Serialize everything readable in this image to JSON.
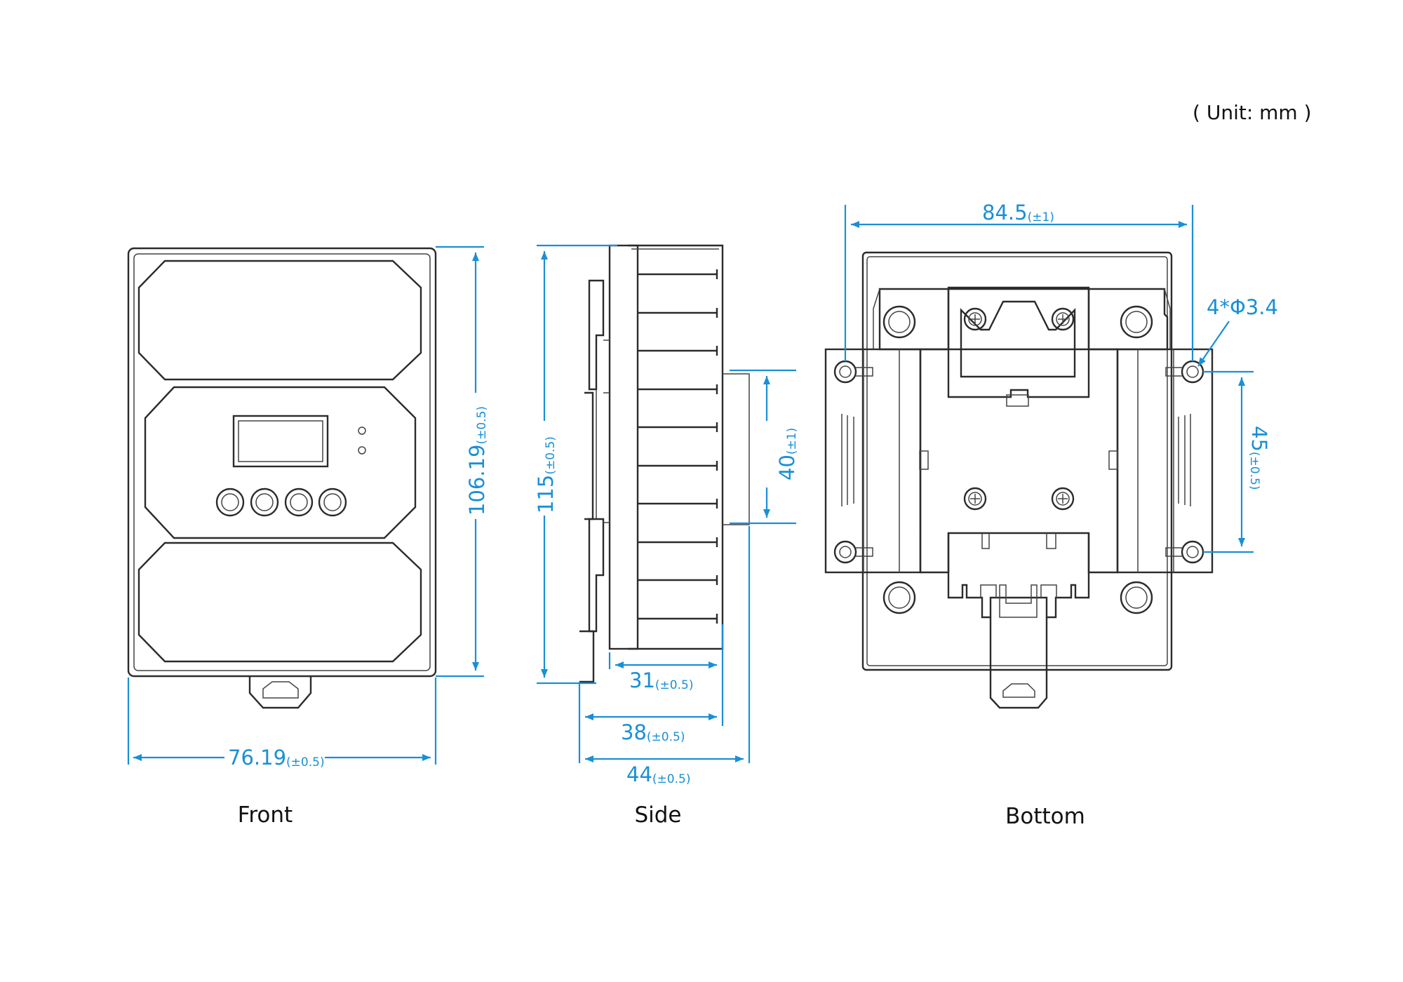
{
  "unit_label": "( Unit: mm )",
  "views": {
    "front": "Front",
    "side": "Side",
    "bottom": "Bottom"
  },
  "dimensions": {
    "front_width": {
      "value": "76.19",
      "tolerance": "(±0.5)"
    },
    "front_height": {
      "value": "106.19",
      "tolerance": "(±0.5)"
    },
    "side_total_height": {
      "value": "115",
      "tolerance": "(±0.5)"
    },
    "side_rail_height": {
      "value": "40",
      "tolerance": "(±1)"
    },
    "side_depth_31": {
      "value": "31",
      "tolerance": "(±0.5)"
    },
    "side_depth_38": {
      "value": "38",
      "tolerance": "(±0.5)"
    },
    "side_depth_44": {
      "value": "44",
      "tolerance": "(±0.5)"
    },
    "bottom_hole_span": {
      "value": "84.5",
      "tolerance": "(±1)"
    },
    "bottom_hole_pitch": {
      "value": "45",
      "tolerance": "(±0.5)"
    },
    "mounting_holes": "4*Φ3.4"
  },
  "colors": {
    "dimension": "#1a8fd6",
    "outline": "#2b2b2b"
  }
}
